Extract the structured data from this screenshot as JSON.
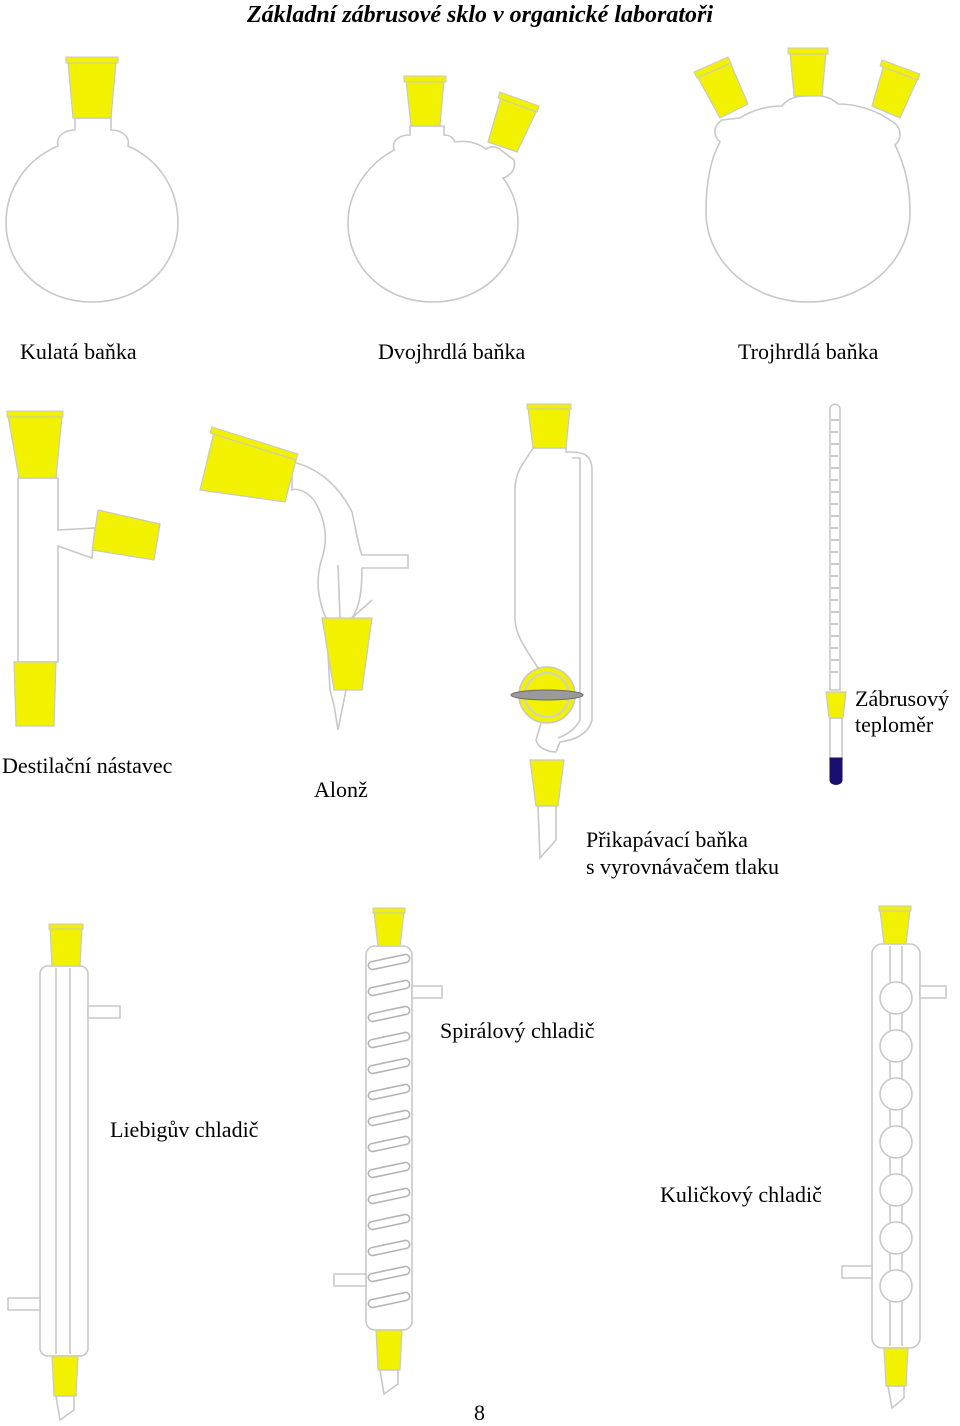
{
  "title": "Základní zábrusové sklo v organické laboratoři",
  "labels": {
    "round_flask": "Kulatá baňka",
    "two_neck_flask": "Dvojhrdlá baňka",
    "three_neck_flask": "Trojhrdlá baňka",
    "distillation_adapter": "Destilační nástavec",
    "alonz": "Alonž",
    "dropping_funnel_line1": "Přikapávací baňka",
    "dropping_funnel_line2": "s vyrovnávačem tlaku",
    "thermometer_line1": "Zábrusový",
    "thermometer_line2": "teploměr",
    "spiral_condenser": "Spirálový chladič",
    "liebig_condenser": "Liebigův chladič",
    "bulb_condenser": "Kuličkový chladič"
  },
  "page_number": "8",
  "colors": {
    "joint": "#f2f200",
    "glass_outline": "#c8c8c8",
    "thermometer_bulb": "#1a0f6e"
  }
}
